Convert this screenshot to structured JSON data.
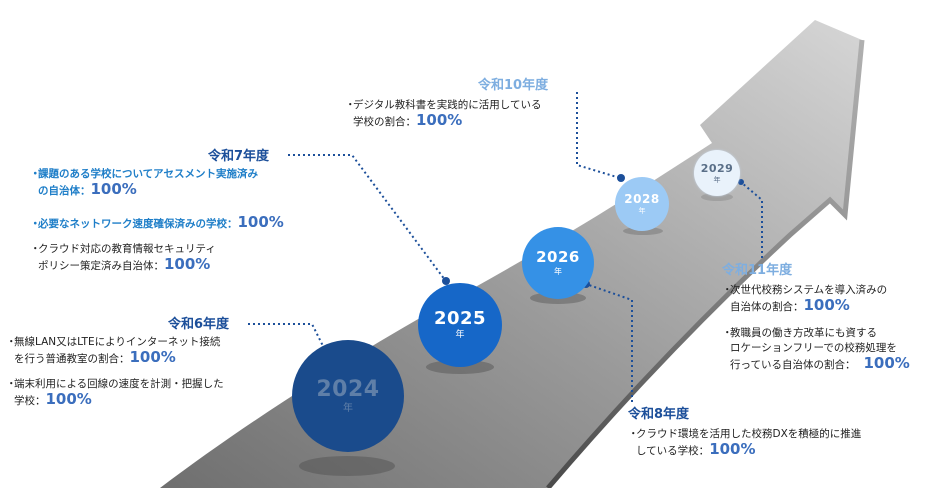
{
  "colors": {
    "road": "#8f8f8f",
    "circle_2024": "#1a4b8c",
    "circle_2025": "#1667c8",
    "circle_2026": "#3591e6",
    "circle_2028": "#9ccaf5",
    "circle_2029": "#e9f2fb",
    "heading_dark": "#1c4f9a",
    "heading_light": "#7eaee0"
  },
  "years": [
    {
      "year": "2024",
      "nen": "年"
    },
    {
      "year": "2025",
      "nen": "年"
    },
    {
      "year": "2026",
      "nen": "年"
    },
    {
      "year": "2028",
      "nen": "年"
    },
    {
      "year": "2029",
      "nen": "年"
    }
  ],
  "milestones": {
    "r6": {
      "heading": "令和6年度",
      "items": [
        {
          "lines": [
            "無線LAN又はLTEによりインターネット接続",
            "を行う普通教室の割合："
          ],
          "value": "100%"
        },
        {
          "lines": [
            "端末利用による回線の速度を計測・把握した",
            "学校："
          ],
          "value": "100%"
        }
      ]
    },
    "r7": {
      "heading": "令和7年度",
      "items": [
        {
          "lines": [
            "課題のある学校についてアセスメント実施済み",
            "の自治体："
          ],
          "value": "100%"
        },
        {
          "lines": [
            "必要なネットワーク速度確保済みの学校："
          ],
          "value": "100%"
        },
        {
          "lines": [
            "クラウド対応の教育情報セキュリティ",
            "ポリシー策定済み自治体："
          ],
          "value": "100%"
        }
      ]
    },
    "r8": {
      "heading": "令和8年度",
      "items": [
        {
          "lines": [
            "クラウド環境を活用した校務DXを積極的に推進",
            "している学校："
          ],
          "value": "100%"
        }
      ]
    },
    "r10": {
      "heading": "令和10年度",
      "items": [
        {
          "lines": [
            "デジタル教科書を実践的に活用している",
            "学校の割合："
          ],
          "value": "100%"
        }
      ]
    },
    "r11": {
      "heading": "令和11年度",
      "items": [
        {
          "lines": [
            "次世代校務システムを導入済みの",
            "自治体の割合："
          ],
          "value": "100%"
        },
        {
          "lines": [
            "教職員の働き方改革にも資する",
            "ロケーションフリーでの校務処理を",
            "行っている自治体の割合："
          ],
          "value": "100%"
        }
      ]
    }
  }
}
